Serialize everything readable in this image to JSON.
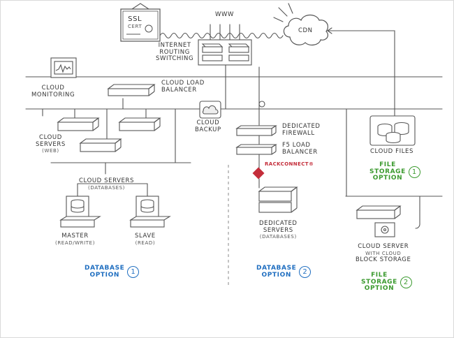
{
  "colors": {
    "line": "#555555",
    "accent_blue": "#1f6ec0",
    "accent_green": "#3b9a2f",
    "accent_red": "#c42d3a"
  },
  "ssl": {
    "line1": "SSL",
    "line2": "CERT"
  },
  "www": "WWW",
  "cdn": "CDN",
  "internet_routing": {
    "line1": "INTERNET",
    "line2": "ROUTING",
    "line3": "SWITCHING"
  },
  "cloud_monitoring": {
    "line1": "CLOUD",
    "line2": "MONITORING"
  },
  "cloud_load_balancer": {
    "line1": "CLOUD LOAD",
    "line2": "BALANCER"
  },
  "cloud_backup": {
    "line1": "CLOUD",
    "line2": "BACKUP"
  },
  "cloud_servers_web": {
    "line1": "CLOUD",
    "line2": "SERVERS",
    "line3": "(WEB)"
  },
  "cloud_servers_db": {
    "line1": "CLOUD SERVERS",
    "line2": "(DATABASES)"
  },
  "master": {
    "line1": "MASTER",
    "line2": "(READ/WRITE)"
  },
  "slave": {
    "line1": "SLAVE",
    "line2": "(READ)"
  },
  "database_option_1": {
    "line1": "DATABASE",
    "line2": "OPTION",
    "num": "1"
  },
  "dedicated_firewall": {
    "line1": "DEDICATED",
    "line2": "FIREWALL"
  },
  "f5_load_balancer": {
    "line1": "F5 LOAD",
    "line2": "BALANCER"
  },
  "rackconnect": "RACKCONNECT®",
  "dedicated_servers": {
    "line1": "DEDICATED",
    "line2": "SERVERS",
    "line3": "(DATABASES)"
  },
  "database_option_2": {
    "line1": "DATABASE",
    "line2": "OPTION",
    "num": "2"
  },
  "cloud_files": "CLOUD FILES",
  "file_storage_option_1": {
    "line1": "FILE",
    "line2": "STORAGE",
    "line3": "OPTION",
    "num": "1"
  },
  "cloud_server_block": {
    "line1": "CLOUD SERVER",
    "line2": "WITH CLOUD",
    "line3": "BLOCK STORAGE"
  },
  "file_storage_option_2": {
    "line1": "FILE",
    "line2": "STORAGE",
    "line3": "OPTION",
    "num": "2"
  }
}
